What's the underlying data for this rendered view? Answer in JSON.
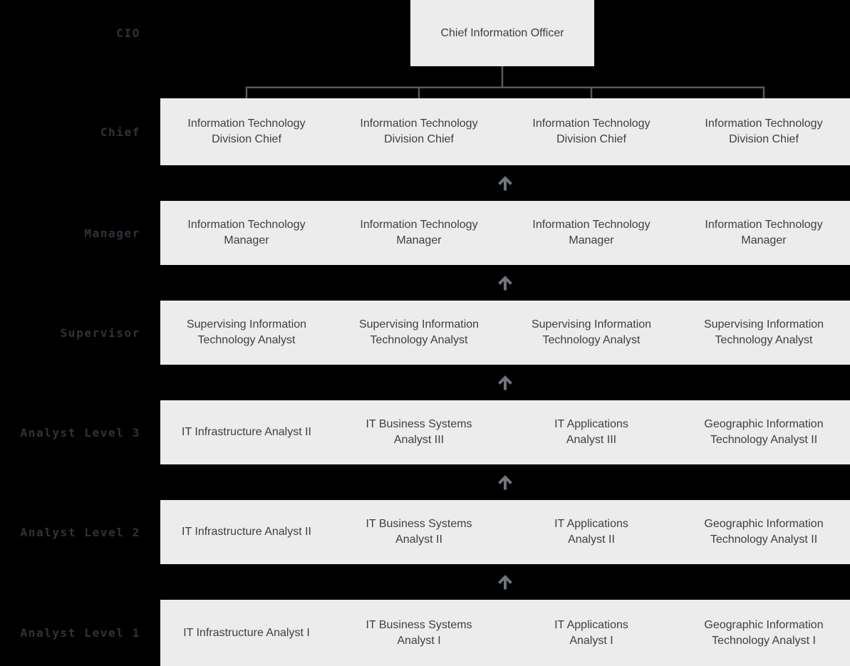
{
  "colors": {
    "background": "#000000",
    "band": "#ececec",
    "box_text": "#3c3f41",
    "label_text": "#2f333a",
    "connector": "#58595b",
    "arrow": "#70747b"
  },
  "icons": {
    "up_arrow": "↑"
  },
  "org": {
    "root": {
      "level_label": "CIO",
      "title": "Chief Information Officer"
    },
    "rows": [
      {
        "level_label": "Chief",
        "cells": [
          "Information Technology\nDivision Chief",
          "Information Technology\nDivision Chief",
          "Information Technology\nDivision Chief",
          "Information Technology\nDivision Chief"
        ]
      },
      {
        "level_label": "Manager",
        "cells": [
          "Information Technology\nManager",
          "Information Technology\nManager",
          "Information Technology\nManager",
          "Information Technology\nManager"
        ]
      },
      {
        "level_label": "Supervisor",
        "cells": [
          "Supervising Information\nTechnology Analyst",
          "Supervising Information\nTechnology Analyst",
          "Supervising Information\nTechnology Analyst",
          "Supervising Information\nTechnology Analyst"
        ]
      },
      {
        "level_label": "Analyst Level 3",
        "cells": [
          "IT Infrastructure Analyst II",
          "IT Business Systems\nAnalyst III",
          "IT Applications\nAnalyst III",
          "Geographic Information\nTechnology Analyst II"
        ]
      },
      {
        "level_label": "Analyst Level 2",
        "cells": [
          "IT Infrastructure Analyst II",
          "IT Business Systems\nAnalyst II",
          "IT Applications\nAnalyst II",
          "Geographic Information\nTechnology Analyst II"
        ]
      },
      {
        "level_label": "Analyst Level 1",
        "cells": [
          "IT Infrastructure Analyst I",
          "IT Business Systems\nAnalyst I",
          "IT Applications\nAnalyst I",
          "Geographic Information\nTechnology Analyst I"
        ]
      }
    ]
  }
}
